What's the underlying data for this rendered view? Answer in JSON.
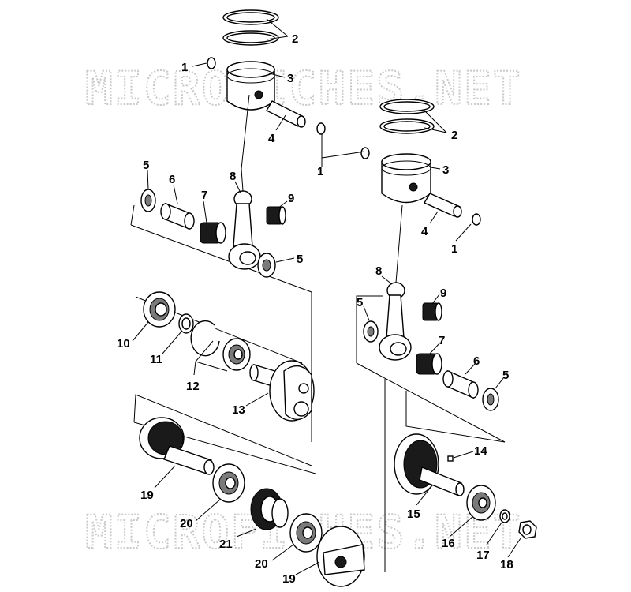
{
  "watermark": {
    "top": "MICROFICHES.NET",
    "bottom": "MICROFICHES.NET"
  },
  "callouts": {
    "c1a": "1",
    "c2a": "2",
    "c3a": "3",
    "c4a": "4",
    "c1b": "1",
    "c2b": "2",
    "c3b": "3",
    "c4b": "4",
    "c1c": "1",
    "c5a": "5",
    "c6a": "6",
    "c7a": "7",
    "c8a": "8",
    "c9a": "9",
    "c5b": "5",
    "c8b": "8",
    "c9b": "9",
    "c5c": "5",
    "c7b": "7",
    "c6b": "6",
    "c5d": "5",
    "c10": "10",
    "c11": "11",
    "c12": "12",
    "c13": "13",
    "c14": "14",
    "c15": "15",
    "c16": "16",
    "c17": "17",
    "c18": "18",
    "c19a": "19",
    "c20a": "20",
    "c21": "21",
    "c20b": "20",
    "c19b": "19"
  }
}
